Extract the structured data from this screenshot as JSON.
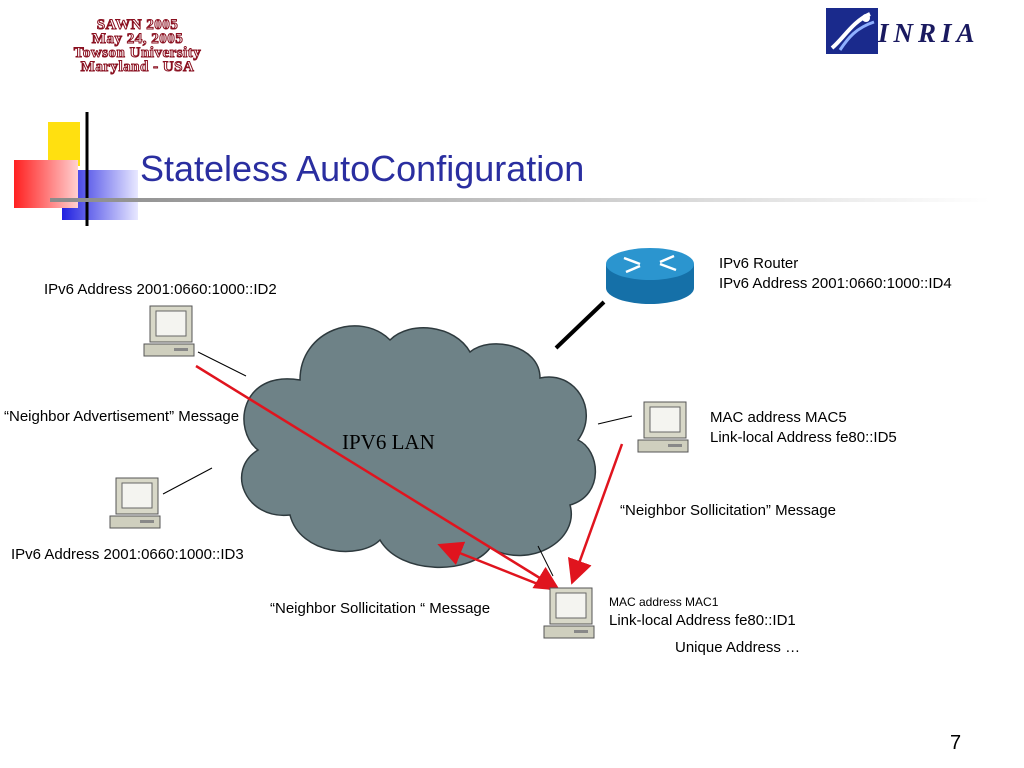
{
  "conference": {
    "lines": [
      "SAWN 2005",
      "May 24, 2005",
      "Towson University",
      "Maryland - USA"
    ]
  },
  "logo": {
    "text": "INRIA",
    "icon": "inria-logo-icon"
  },
  "slide": {
    "title": "Stateless AutoConfiguration",
    "page_number": "7"
  },
  "diagram": {
    "lan_label": "IPV6 LAN",
    "router": {
      "icon": "router-icon",
      "line1": "IPv6 Router",
      "line2": "IPv6 Address 2001:0660:1000::ID4"
    },
    "host_id2": {
      "icon": "computer-icon",
      "address": "IPv6 Address 2001:0660:1000::ID2"
    },
    "host_id3": {
      "icon": "computer-icon",
      "address": "IPv6 Address 2001:0660:1000::ID3"
    },
    "host_mac5": {
      "icon": "computer-icon",
      "mac": "MAC address MAC5",
      "link_local": "Link-local Address fe80::ID5"
    },
    "host_mac1": {
      "icon": "computer-icon",
      "mac": "MAC address MAC1",
      "link_local": "Link-local Address fe80::ID1",
      "note": "Unique Address …"
    },
    "messages": {
      "neighbor_advertisement": "“Neighbor Advertisement” Message",
      "neighbor_sollicitation_right": "“Neighbor Sollicitation” Message",
      "neighbor_sollicitation_left": "“Neighbor Sollicitation “ Message"
    },
    "colors": {
      "cloud": "#6e8287",
      "arrow": "#e0141e",
      "title": "#2a2ea0",
      "router": "#1d7fb5"
    }
  }
}
